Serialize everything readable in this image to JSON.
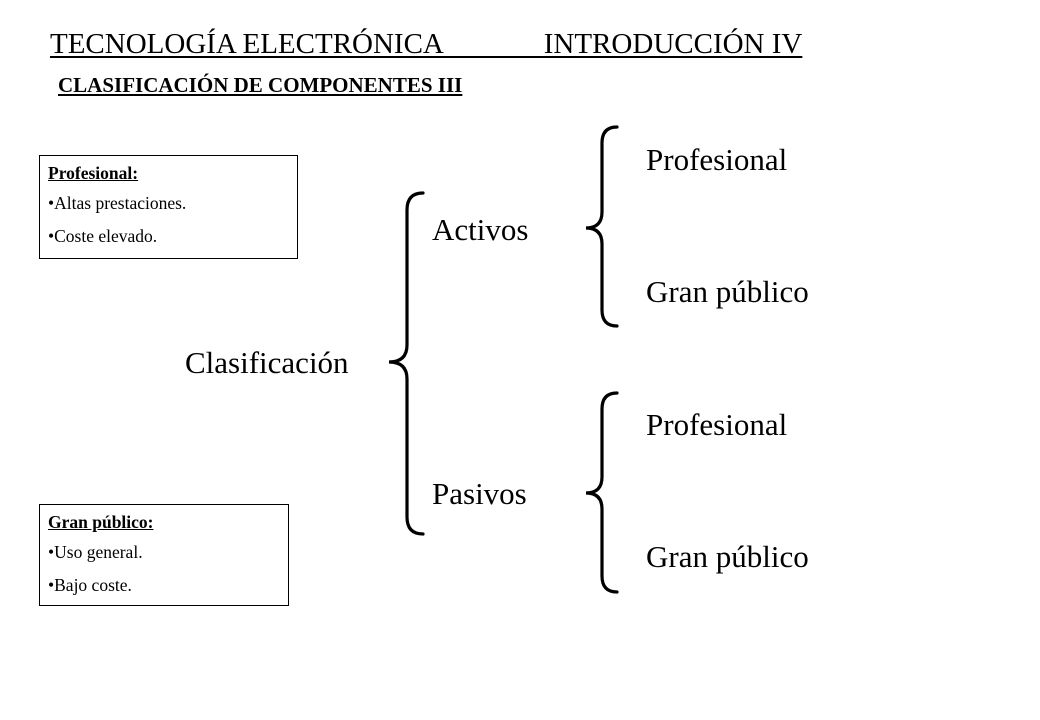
{
  "header": {
    "title": "TECNOLOGÍA ELECTRÓNICA              INTRODUCCIÓN IV",
    "subtitle": "CLASIFICACIÓN DE COMPONENTES III"
  },
  "info_boxes": {
    "profesional": {
      "heading": "Profesional:",
      "items": [
        "•Altas prestaciones.",
        "•Coste elevado."
      ]
    },
    "gran_publico": {
      "heading": "Gran público:",
      "items": [
        "•Uso general.",
        "•Bajo coste."
      ]
    }
  },
  "diagram": {
    "root": "Clasificación",
    "branches": [
      {
        "label": "Activos",
        "children": [
          "Profesional",
          "Gran público"
        ]
      },
      {
        "label": "Pasivos",
        "children": [
          "Profesional",
          "Gran público"
        ]
      }
    ]
  }
}
